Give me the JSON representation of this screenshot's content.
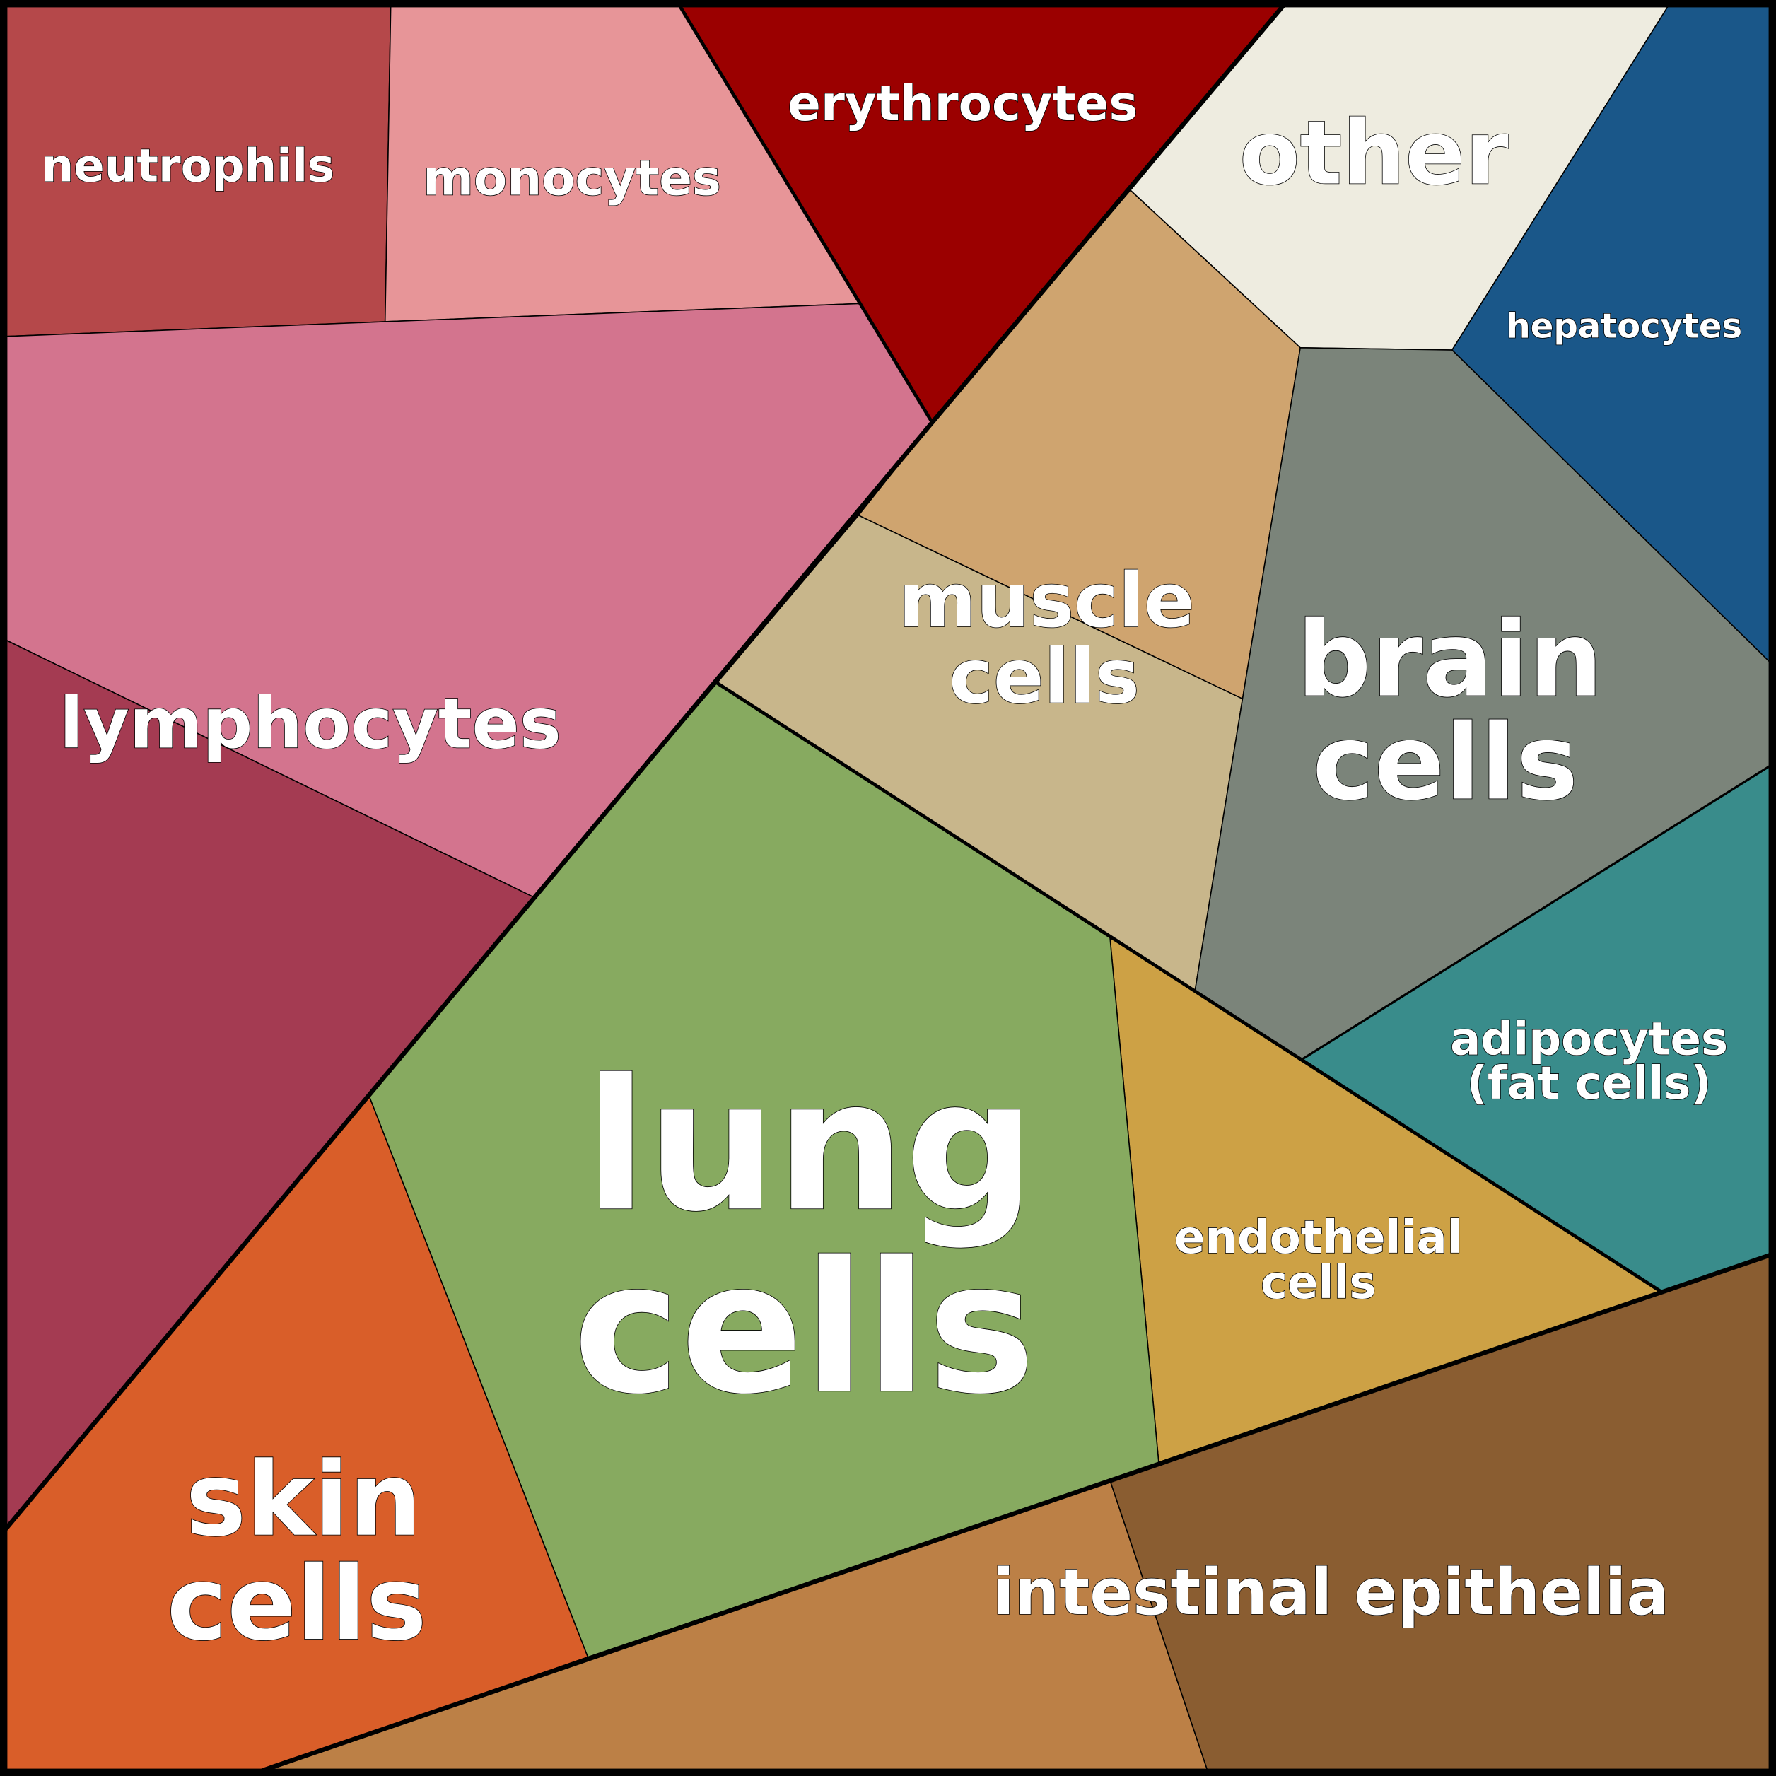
{
  "title": "Human body cell types (Voronoi treemap)",
  "cells": {
    "neutrophils": {
      "label": "neutrophils",
      "color": "#b5484a"
    },
    "monocytes": {
      "label": "monocytes",
      "color": "#e79598"
    },
    "erythrocytes": {
      "label": "erythrocytes",
      "color": "#9b0000"
    },
    "other": {
      "label": "other",
      "color": "#eeece0"
    },
    "hepatocytes": {
      "label": "hepatocytes",
      "color": "#1a5789"
    },
    "lymphocytes": {
      "label": "lymphocytes",
      "color": "#d3748e",
      "color2": "#a43b52"
    },
    "muscle": {
      "line1": "muscle",
      "line2": "cells",
      "color": "#cfa46f",
      "color2": "#c8b68b"
    },
    "brain": {
      "line1": "brain",
      "line2": "cells",
      "color": "#7b847a"
    },
    "adipocytes": {
      "line1": "adipocytes",
      "line2": "(fat cells)",
      "color": "#398c8b"
    },
    "endothelial": {
      "line1": "endothelial",
      "line2": "cells",
      "color": "#cda145"
    },
    "lung": {
      "line1": "lung",
      "line2": "cells",
      "color": "#87aa60"
    },
    "skin": {
      "line1": "skin",
      "line2": "cells",
      "color": "#d95e29"
    },
    "intestinal": {
      "label": "intestinal epithelia",
      "color": "#bc8046",
      "color2": "#8a5d31"
    }
  }
}
